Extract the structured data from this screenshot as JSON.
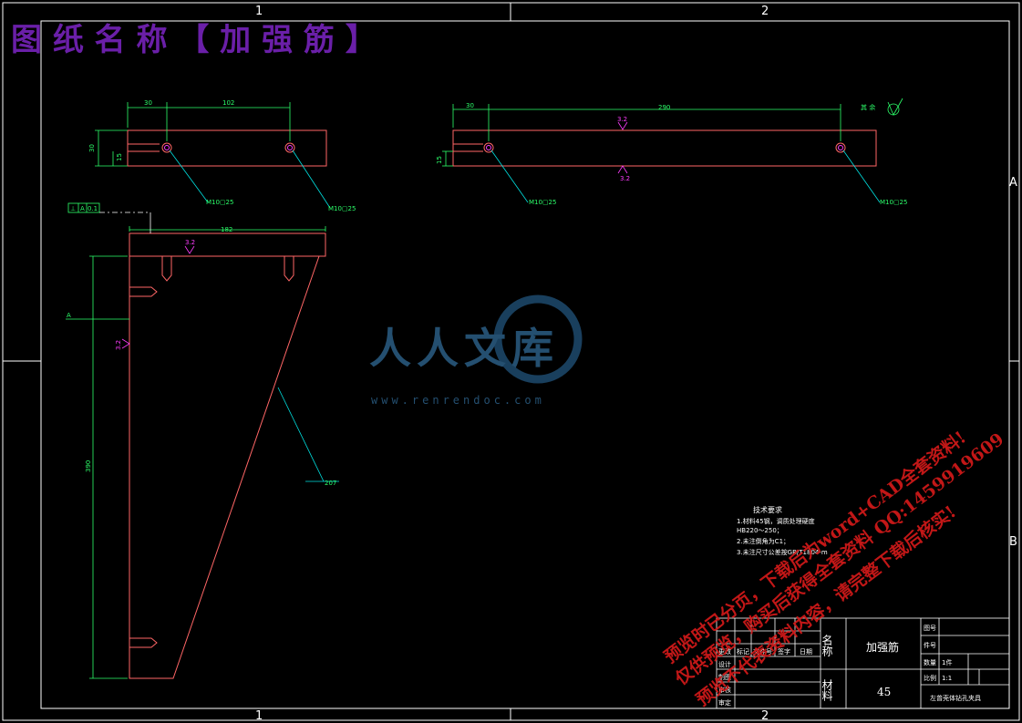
{
  "header": {
    "title": "图 纸 名 称 【 加 强 筋 】"
  },
  "zones": {
    "top": [
      "1",
      "2"
    ],
    "bottom": [
      "1",
      "2"
    ],
    "right": [
      "A",
      "B"
    ]
  },
  "top_view_left": {
    "dims": [
      "30",
      "102",
      "30",
      "15"
    ],
    "callouts": [
      "M10▢25",
      "M10▢25"
    ]
  },
  "top_view_right": {
    "dims": [
      "30",
      "290",
      "15"
    ],
    "roughness": [
      "3.2",
      "3.2"
    ],
    "callouts": [
      "M10▢25",
      "M10▢25"
    ],
    "symbol_label": "其 余"
  },
  "front_view": {
    "dims": [
      "182",
      "390",
      "207"
    ],
    "roughness": [
      "3.2",
      "3.2"
    ],
    "datum": "A",
    "gdt": {
      "symbol": "⊥",
      "datum": "A",
      "value": "0.1"
    }
  },
  "tech_notes": {
    "title": "技术要求",
    "items": [
      "1.材料45钢，调质处理硬度",
      "HB220～250；",
      "2.未注倒角为C1；",
      "3.未注尺寸公差按GB/T1804-m"
    ]
  },
  "logo": {
    "text": "人人文库",
    "url": "www.renrendoc.com"
  },
  "watermark": {
    "lines": [
      "预览时已分页，下载后为word+CAD全套资料!",
      "仅供预览，购买后获得全套资料 QQ:1459919609",
      "预览不代表资料内容，请完整下载后核实!"
    ]
  },
  "title_block": {
    "part_name_label": "名称",
    "part_name": "加强筋",
    "material_label": "材料",
    "material": "45",
    "drawing_no_label": "图号",
    "piece_no_label": "件号",
    "qty_label": "数量",
    "qty": "1件",
    "scale_label": "比例",
    "scale": "1:1",
    "project": "左曾壳体钻孔夹具",
    "rev_headers": [
      "更改",
      "标记",
      "文件号",
      "签字",
      "日期"
    ],
    "sign_rows": [
      "设计",
      "制图",
      "审核",
      "审定"
    ]
  }
}
